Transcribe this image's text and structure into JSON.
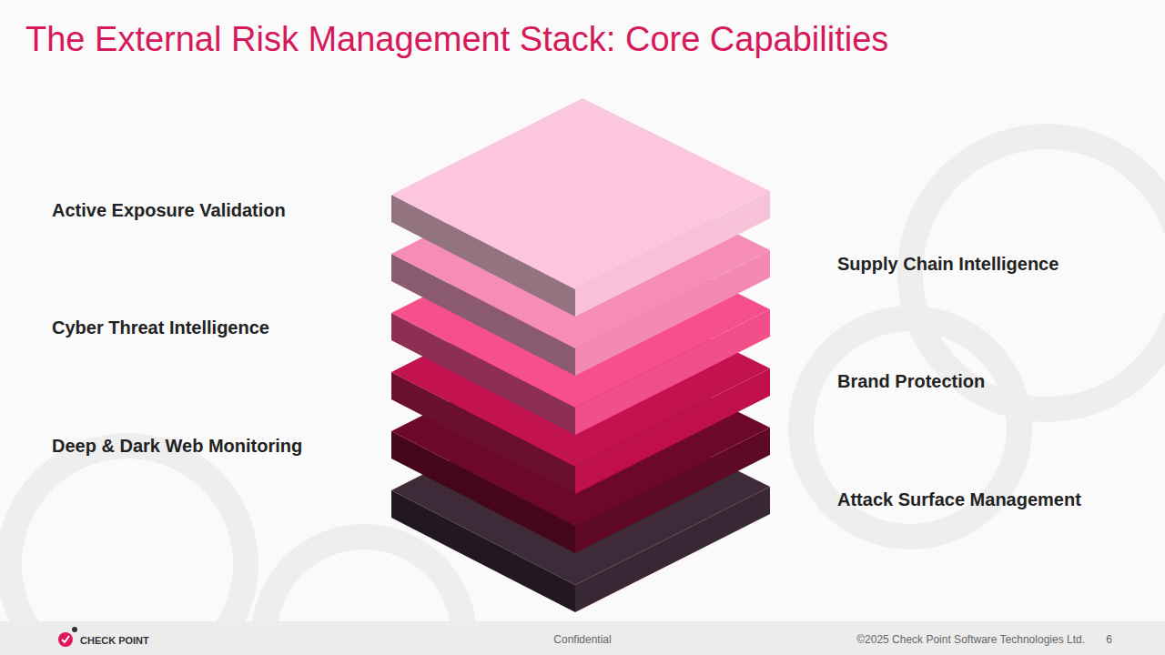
{
  "diagram": {
    "title": "The External Risk Management Stack: Core Capabilities",
    "labels": [
      "Active Exposure Validation",
      "Supply Chain Intelligence",
      "Cyber Threat Intelligence",
      "Brand Protection",
      "Deep & Dark Web Monitoring",
      "Attack Surface Management",
      "CHECK POINT",
      "Confidential",
      "©2025 Check Point Software Technologies Ltd.",
      "6"
    ]
  }
}
